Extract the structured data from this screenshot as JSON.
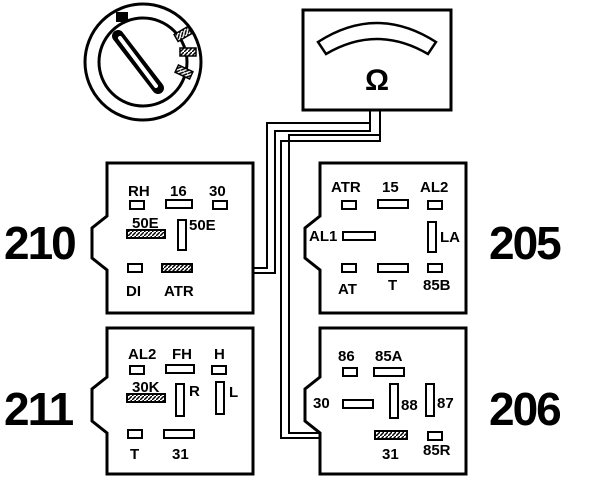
{
  "meter": {
    "symbol": "Ω"
  },
  "relays": [
    {
      "number": "210",
      "terminals": [
        "RH",
        "16",
        "30",
        "50E",
        "50E",
        "DI",
        "ATR"
      ]
    },
    {
      "number": "205",
      "terminals": [
        "ATR",
        "15",
        "AL2",
        "AL1",
        "LA",
        "AT",
        "T",
        "85B"
      ]
    },
    {
      "number": "211",
      "terminals": [
        "AL2",
        "FH",
        "H",
        "30K",
        "R",
        "L",
        "T",
        "31"
      ]
    },
    {
      "number": "206",
      "terminals": [
        "86",
        "85A",
        "30",
        "88",
        "87",
        "31",
        "85R"
      ]
    }
  ]
}
